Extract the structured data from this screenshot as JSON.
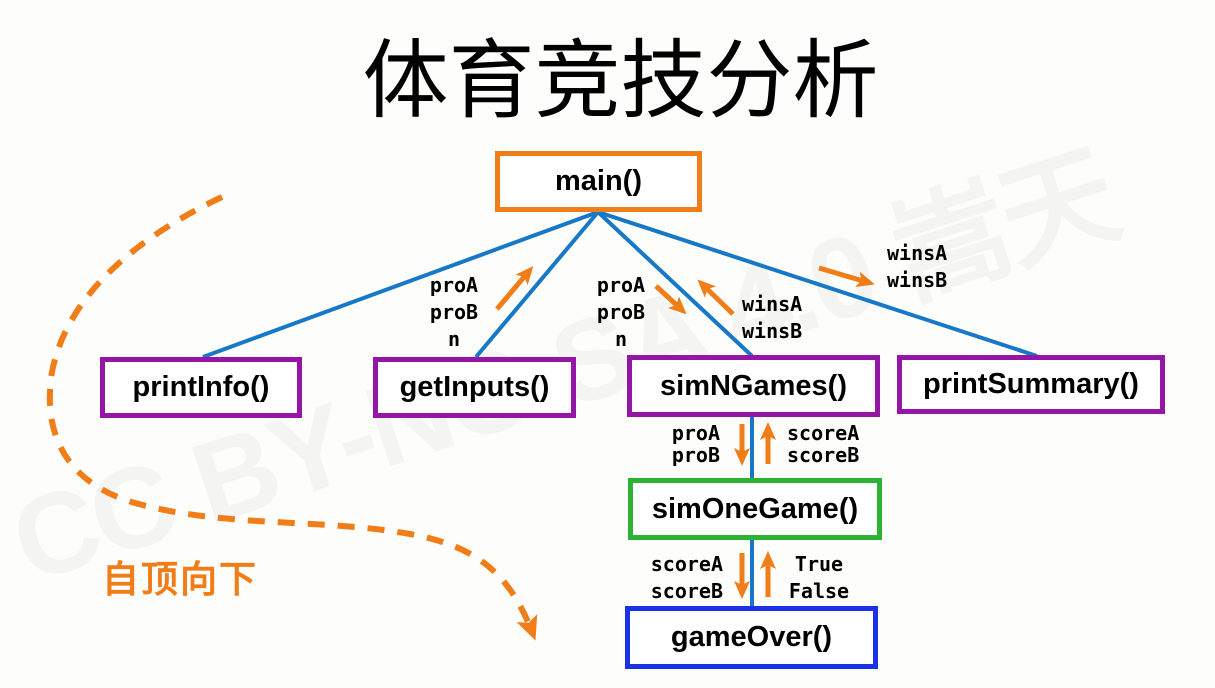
{
  "title": "体育竞技分析",
  "watermark": "CC BY-NC-SA 4.0 嵩天",
  "annotation": {
    "label": "自顶向下"
  },
  "colors": {
    "orange": "#F07D17",
    "purple": "#9516A6",
    "line_blue": "#1878C8",
    "green": "#2DB233",
    "deep_blue": "#1B31E8",
    "ink": "#000000"
  },
  "nodes": {
    "main": {
      "label": "main()"
    },
    "printInfo": {
      "label": "printInfo()"
    },
    "getInputs": {
      "label": "getInputs()"
    },
    "simNGames": {
      "label": "simNGames()"
    },
    "printSummary": {
      "label": "printSummary()"
    },
    "simOneGame": {
      "label": "simOneGame()"
    },
    "gameOver": {
      "label": "gameOver()"
    }
  },
  "flows": {
    "getInputs_return": {
      "lines": [
        "proA",
        "proB",
        "n"
      ]
    },
    "simNGames_args": {
      "lines": [
        "proA",
        "proB",
        "n"
      ]
    },
    "simNGames_return": {
      "lines": [
        "winsA",
        "winsB"
      ]
    },
    "printSummary_args": {
      "lines": [
        "winsA",
        "winsB"
      ]
    },
    "simOneGame_args": {
      "lines": [
        "proA",
        "proB"
      ]
    },
    "simOneGame_return": {
      "lines": [
        "scoreA",
        "scoreB"
      ]
    },
    "gameOver_args": {
      "lines": [
        "scoreA",
        "scoreB"
      ]
    },
    "gameOver_return": {
      "lines": [
        "True",
        "False"
      ]
    }
  }
}
